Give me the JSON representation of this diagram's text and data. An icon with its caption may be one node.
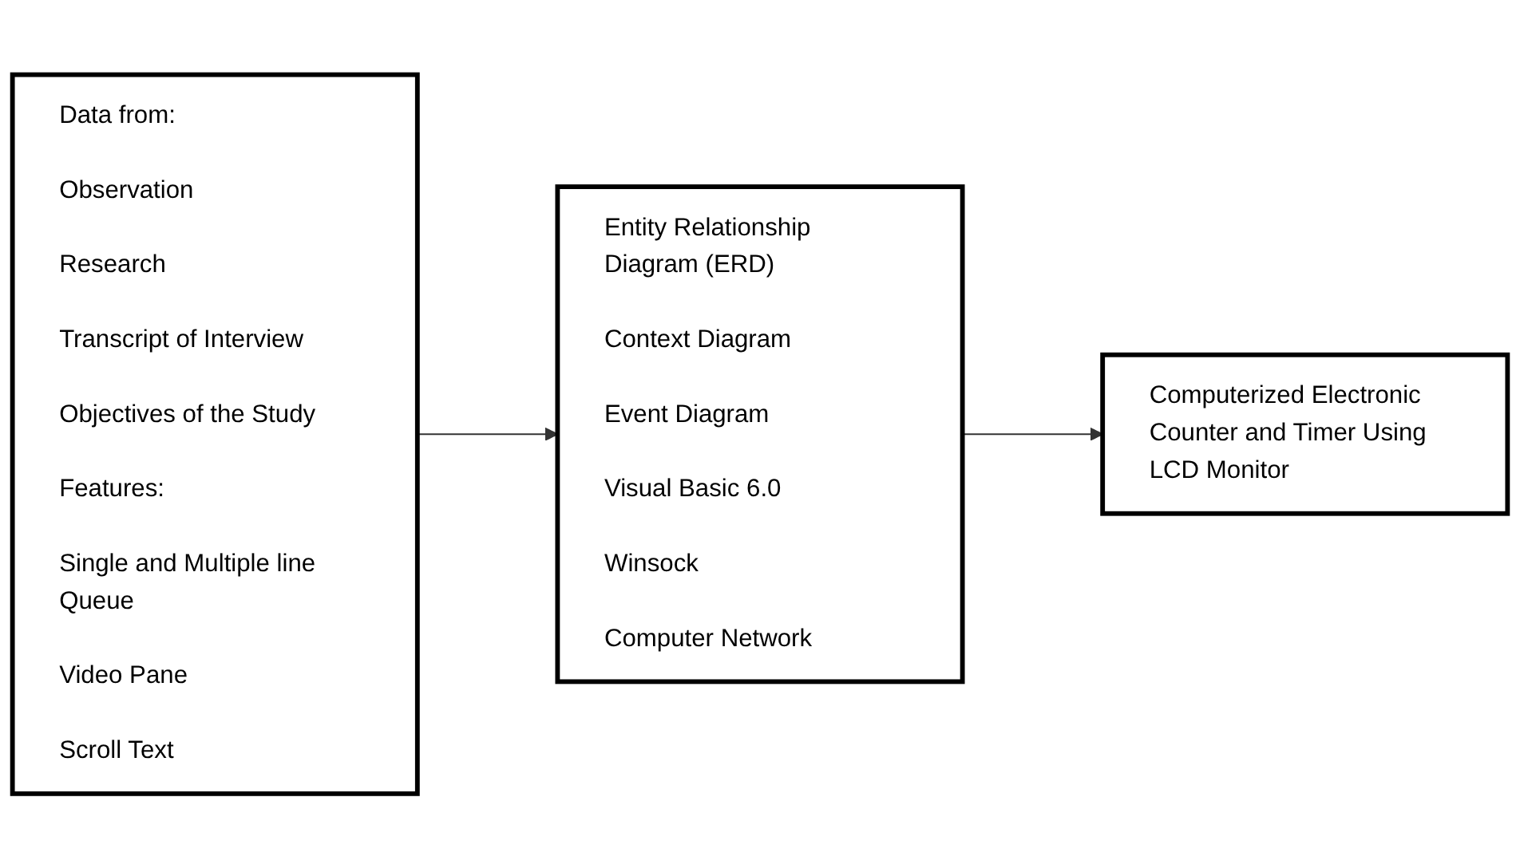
{
  "diagram": {
    "nodes": [
      {
        "text": [
          "Data from:",
          "Observation",
          "Research",
          "Transcript of Interview",
          "Objectives of the Study",
          "Features:",
          "Single and Multiple line Queue",
          "Video Pane",
          "Scroll Text"
        ]
      },
      {
        "text": [
          "Entity Relationship Diagram (ERD)",
          "Context Diagram",
          "Event Diagram",
          "Visual Basic 6.0",
          "Winsock",
          "Computer Network"
        ]
      },
      {
        "text": [
          "Computerized Electronic Counter and Timer Using LCD Monitor"
        ]
      }
    ],
    "edges": [
      {
        "from": 0,
        "to": 1,
        "arrow": "to"
      },
      {
        "from": 1,
        "to": 2,
        "arrow": "to"
      }
    ]
  }
}
